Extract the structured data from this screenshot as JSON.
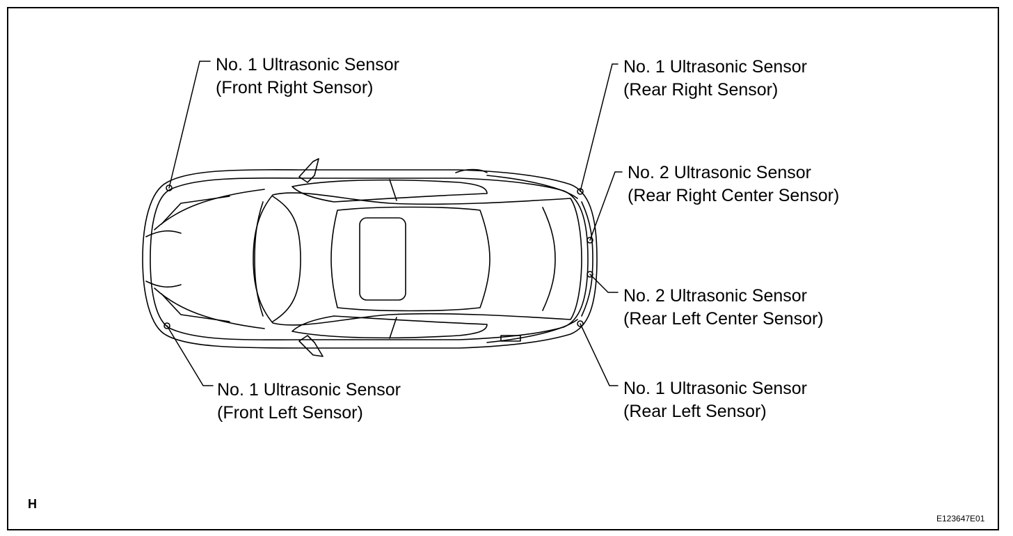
{
  "labels": {
    "front_right": {
      "line1": "No. 1 Ultrasonic Sensor",
      "line2": "(Front Right Sensor)"
    },
    "rear_right": {
      "line1": "No. 1 Ultrasonic Sensor",
      "line2": "(Rear Right Sensor)"
    },
    "rear_right_center": {
      "line1": "No. 2 Ultrasonic Sensor",
      "line2": "(Rear Right Center Sensor)"
    },
    "rear_left_center": {
      "line1": "No. 2 Ultrasonic Sensor",
      "line2": "(Rear Left Center Sensor)"
    },
    "front_left": {
      "line1": "No. 1 Ultrasonic Sensor",
      "line2": "(Front Left Sensor)"
    },
    "rear_left": {
      "line1": "No. 1 Ultrasonic Sensor",
      "line2": "(Rear Left Sensor)"
    }
  },
  "corner_letter": "H",
  "figure_code": "E123647E01"
}
